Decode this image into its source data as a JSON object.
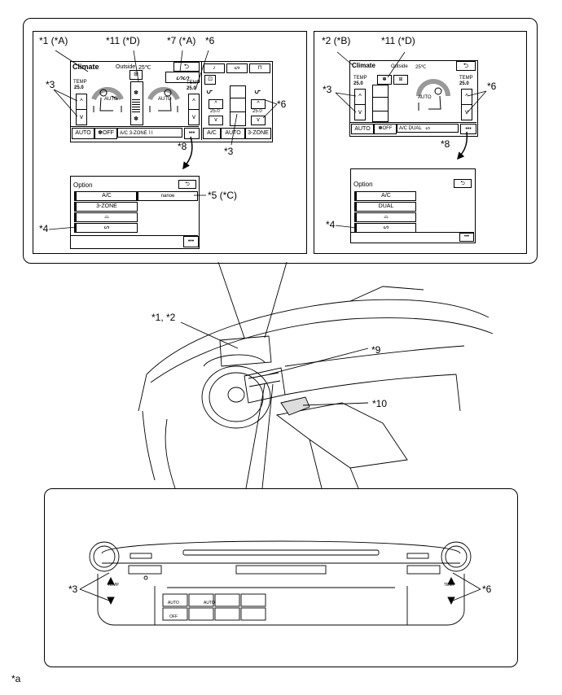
{
  "callouts": {
    "c1a": "*1 (*A)",
    "c11d_left": "*11 (*D)",
    "c7a": "*7 (*A)",
    "c6_left_top": "*6",
    "c3_left": "*3",
    "c6_left_side": "*6",
    "c8_left": "*8",
    "c3_left_bottom": "*3",
    "c5c": "*5 (*C)",
    "c4_left": "*4",
    "c2b": "*2 (*B)",
    "c11d_right": "*11 (*D)",
    "c3_right": "*3",
    "c6_right": "*6",
    "c8_right": "*8",
    "c4_right": "*4",
    "c12": "*1, *2",
    "c9": "*9",
    "c10": "*10",
    "c3_panel": "*3",
    "c6_panel": "*6",
    "ca": "*a"
  },
  "screen_a": {
    "title": "Climate",
    "outside_label": "Outside",
    "outside_temp": "25℃",
    "temp_label": "TEMP",
    "temp_left": "25.0",
    "temp_right": "25.0",
    "temp_rear": "25.0",
    "auto_center": "AUTO",
    "auto_left": "AUTO",
    "auto_btn": "AUTO",
    "off_btn": "OFF",
    "ac_btn": "A/C",
    "zone_btn": "3-ZONE",
    "rear_ac": "A/C",
    "rear_auto": "AUTO",
    "rear_zone": "3-ZONE",
    "more": "•••"
  },
  "option_a": {
    "title": "Option",
    "items": [
      "A/C",
      "3-ZONE"
    ],
    "nanoe": "nanoe",
    "more": "•••"
  },
  "screen_b": {
    "title": "Climate",
    "outside_label": "Outside",
    "outside_temp": "25℃",
    "temp_label": "TEMP",
    "temp_left": "25.0",
    "temp_right": "25.0",
    "auto_center": "AUTO",
    "auto_btn": "AUTO",
    "off_btn": "OFF",
    "ac_dual": "A/C  DUAL",
    "more": "•••"
  },
  "option_b": {
    "title": "Option",
    "items": [
      "A/C",
      "DUAL"
    ],
    "more": "•••"
  },
  "panel": {
    "temp_left": "TEMP",
    "temp_right": "TEMP",
    "auto": "AUTO",
    "auto_small": "AUTO",
    "off": "OFF"
  }
}
